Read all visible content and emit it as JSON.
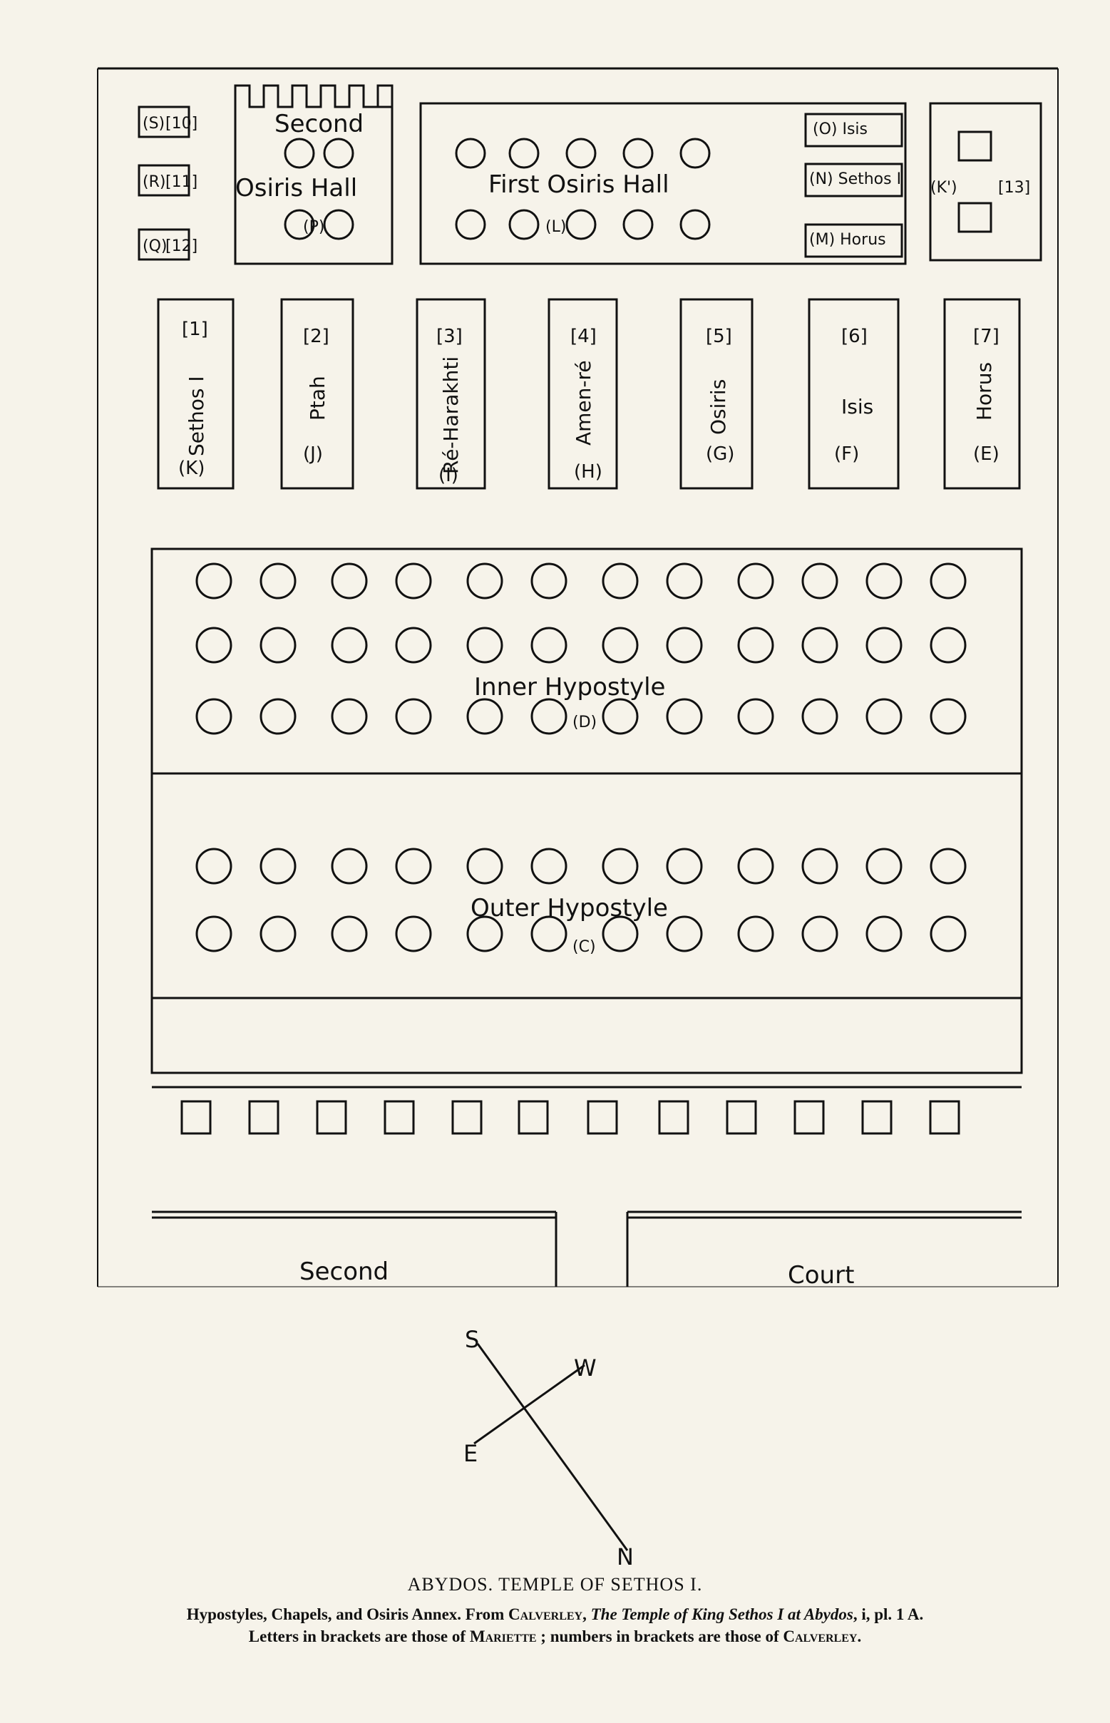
{
  "plan": {
    "room_labels": {
      "second_osiris_hall_1": "Second",
      "second_osiris_hall_2": "Osiris  Hall",
      "first_osiris_hall": "First  Osiris  Hall",
      "inner_hypostyle": "Inner  Hypostyle",
      "outer_hypostyle": "Outer  Hypostyle",
      "second_court_left": "Second",
      "second_court_right": "Court"
    },
    "chapels": [
      {
        "name": "Sethos I",
        "calverley": "[1]",
        "mariette": "(K)"
      },
      {
        "name": "Ptah",
        "calverley": "[2]",
        "mariette": "(J)"
      },
      {
        "name": "Ré-Harakhti",
        "calverley": "[3]",
        "mariette": "(I)"
      },
      {
        "name": "Amen-ré",
        "calverley": "[4]",
        "mariette": "(H)"
      },
      {
        "name": "Osiris",
        "calverley": "[5]",
        "mariette": "(G)"
      },
      {
        "name": "Isis",
        "calverley": "[6]",
        "mariette": "(F)"
      },
      {
        "name": "Horus",
        "calverley": "[7]",
        "mariette": "(E)"
      }
    ],
    "annex_rooms": [
      "(S)",
      "[10]",
      "(R)",
      "[11]",
      "(Q)",
      "[12]",
      "(P)",
      "(L)",
      "(O) Isis",
      "(N) Sethos I",
      "(M) Horus",
      "(K')",
      "[13]",
      "(D)",
      "(C)"
    ],
    "numbers": [
      "1",
      "2",
      "3"
    ]
  },
  "compass": {
    "s": "S",
    "w": "W",
    "e": "E",
    "n": "N"
  },
  "caption": {
    "title": "ABYDOS.  TEMPLE OF SETHOS I.",
    "line2_a": "Hypostyles, Chapels, and Osiris Annex.  From ",
    "line2_author": "Calverley",
    "line2_b": ", ",
    "line2_book": "The Temple of King Sethos I at Abydos",
    "line2_c": ", i, pl. 1 A.",
    "line3_a": "Letters in brackets are those of ",
    "line3_m": "Mariette",
    "line3_b": " ; numbers in brackets are those of ",
    "line3_c": "Calverley",
    "line3_d": "."
  },
  "colors": {
    "ink": "#111111",
    "paper": "#f6f3ea"
  }
}
